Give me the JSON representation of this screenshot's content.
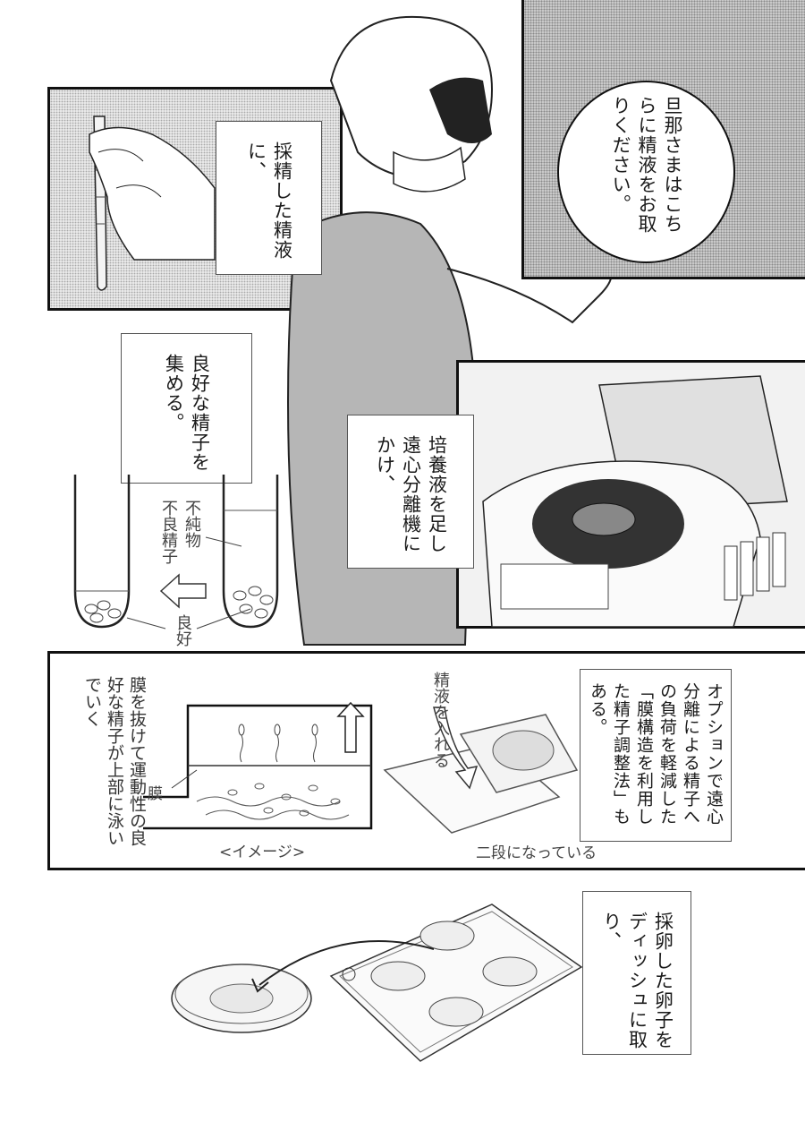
{
  "page": {
    "type": "manga-page",
    "panels": [
      {
        "id": "panel-1",
        "captions": [
          {
            "id": "caption-collected-semen",
            "text": "採精した精液に、"
          }
        ],
        "speech_bubbles": [
          {
            "id": "bubble-husband-take",
            "text": "旦那さまはこちらに精液をお取りください。"
          }
        ]
      },
      {
        "id": "panel-2",
        "captions": [
          {
            "id": "caption-collect-good",
            "text": "良好な精子を集める。"
          }
        ],
        "diagram": {
          "labels": {
            "impurities": "不純物",
            "bad_sperm": "不良精子",
            "good": "良好"
          }
        }
      },
      {
        "id": "panel-3",
        "captions": [
          {
            "id": "caption-centrifuge",
            "text": "培養液を足し遠心分離機にかけ、"
          }
        ]
      },
      {
        "id": "panel-4",
        "captions": [
          {
            "id": "caption-membrane-option",
            "text": "オプションで遠心分離による精子への負荷を軽減した「膜構造を利用した精子調整法」もある。"
          }
        ],
        "diagram": {
          "side_text": "膜を抜けて運動性の良好な精子が上部に泳いでいく",
          "membrane_label": "膜",
          "image_caption": "<イメージ>",
          "insert_label": "精液を入れる",
          "two_tier_label": "二段になっている"
        }
      },
      {
        "id": "panel-5",
        "captions": [
          {
            "id": "caption-egg-to-dish",
            "text": "採卵した卵子をディッシュに取り、"
          }
        ]
      }
    ]
  }
}
